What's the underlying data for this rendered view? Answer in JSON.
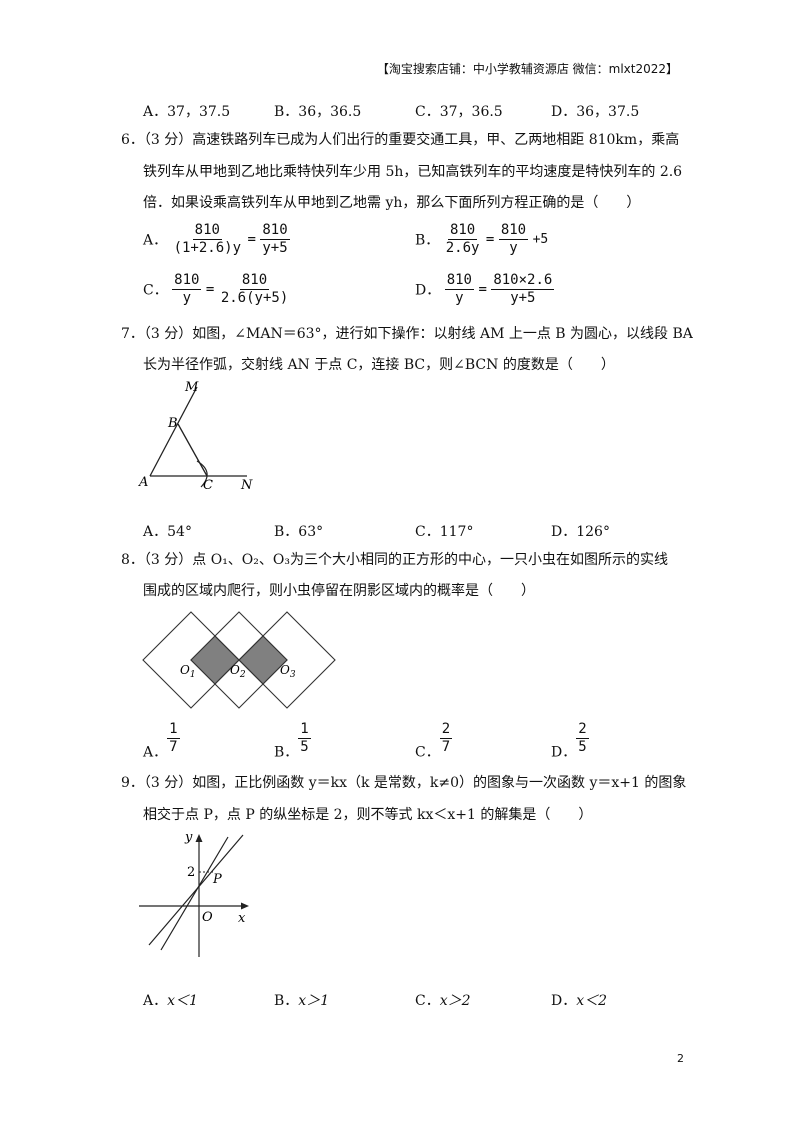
{
  "header": "【淘宝搜索店铺：中小学教辅资源店 微信：mlxt2022】",
  "q5": {
    "options": [
      {
        "letter": "A．",
        "text": "37，37.5"
      },
      {
        "letter": "B．",
        "text": "36，36.5"
      },
      {
        "letter": "C．",
        "text": "37，36.5"
      },
      {
        "letter": "D．",
        "text": "36，37.5"
      }
    ]
  },
  "q6": {
    "line1": "6．（3 分）高速铁路列车已成为人们出行的重要交通工具，甲、乙两地相距 810km，乘高",
    "line2": "铁列车从甲地到乙地比乘特快列车少用 5h，已知高铁列车的平均速度是特快列车的 2.6",
    "line3": "倍．如果设乘高铁列车从甲地到乙地需 yh，那么下面所列方程正确的是（　　）",
    "A": {
      "letter": "A．",
      "n1": "810",
      "d1": "(1+2.6)y",
      "eq": "=",
      "n2": "810",
      "d2": "y+5"
    },
    "B": {
      "letter": "B．",
      "n1": "810",
      "d1": "2.6y",
      "eq": "=",
      "n2": "810",
      "d2": "y",
      "tail": "+5"
    },
    "C": {
      "letter": "C．",
      "n1": "810",
      "d1": "y",
      "eq": "=",
      "n2": "810",
      "d2": "2.6(y+5)"
    },
    "D": {
      "letter": "D．",
      "n1": "810",
      "d1": "y",
      "eq": "=",
      "n2": "810×2.6",
      "d2": "y+5"
    }
  },
  "q7": {
    "line1": "7．（3 分）如图，∠MAN＝63°，进行如下操作：以射线 AM 上一点 B 为圆心，以线段 BA",
    "line2": "长为半径作弧，交射线 AN 于点 C，连接 BC，则∠BCN 的度数是（　　）",
    "fig": {
      "M": "M",
      "B": "B",
      "A": "A",
      "C": "C",
      "N": "N"
    },
    "options": [
      {
        "letter": "A．",
        "text": "54°"
      },
      {
        "letter": "B．",
        "text": "63°"
      },
      {
        "letter": "C．",
        "text": "117°"
      },
      {
        "letter": "D．",
        "text": "126°"
      }
    ]
  },
  "q8": {
    "line1": "8．（3 分）点 O₁、O₂、O₃为三个大小相同的正方形的中心，一只小虫在如图所示的实线",
    "line2": "围成的区域内爬行，则小虫停留在阴影区域内的概率是（　　）",
    "fig": {
      "o1": "O",
      "o1sub": "1",
      "o2": "O",
      "o2sub": "2",
      "o3": "O",
      "o3sub": "3"
    },
    "options": [
      {
        "letter": "A．",
        "num": "1",
        "den": "7"
      },
      {
        "letter": "B．",
        "num": "1",
        "den": "5"
      },
      {
        "letter": "C．",
        "num": "2",
        "den": "7"
      },
      {
        "letter": "D．",
        "num": "2",
        "den": "5"
      }
    ]
  },
  "q9": {
    "line1": "9．（3 分）如图，正比例函数 y＝kx（k 是常数，k≠0）的图象与一次函数 y＝x+1 的图象",
    "line2": "相交于点 P，点 P 的纵坐标是 2，则不等式 kx＜x+1 的解集是（　　）",
    "fig": {
      "y": "y",
      "x": "x",
      "O": "O",
      "P": "P",
      "two": "2"
    },
    "options": [
      {
        "letter": "A．",
        "text": "x＜1"
      },
      {
        "letter": "B．",
        "text": "x＞1"
      },
      {
        "letter": "C．",
        "text": "x＞2"
      },
      {
        "letter": "D．",
        "text": "x＜2"
      }
    ]
  },
  "page_number": "2"
}
